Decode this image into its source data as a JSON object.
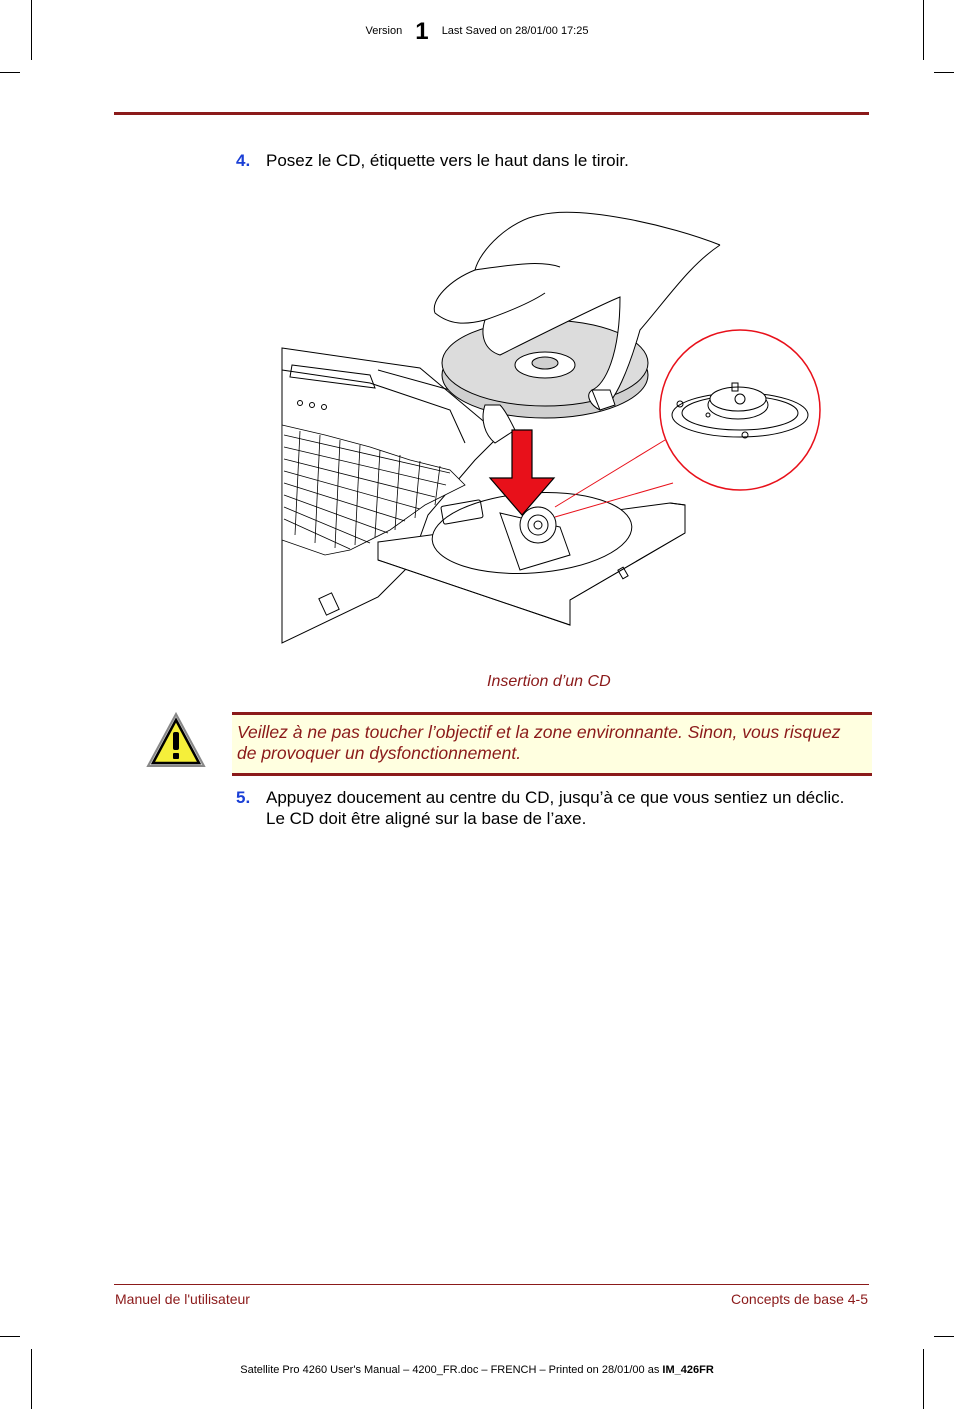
{
  "header": {
    "version_label": "Version",
    "version_number": "1",
    "last_saved": "Last Saved on 28/01/00 17:25"
  },
  "steps": [
    {
      "number": "4.",
      "text": "Posez le CD, étiquette vers le haut dans le tiroir."
    },
    {
      "number": "5.",
      "text": "Appuyez doucement au centre du CD, jusqu’à ce que vous sentiez un déclic. Le CD doit être aligné sur la base de l’axe."
    }
  ],
  "figure": {
    "caption": "Insertion d’un CD"
  },
  "caution": {
    "icon": "warning-triangle-icon",
    "text": "Veillez à ne pas toucher l’objectif et la zone environnante. Sinon, vous risquez de provoquer un dysfonctionnement."
  },
  "footer": {
    "left": "Manuel de l'utilisateur",
    "right": "Concepts de base  4-5",
    "meta_text": "Satellite Pro 4260 User's Manual  – 4200_FR.doc – FRENCH – Printed on 28/01/00 as ",
    "meta_bold": "IM_426FR"
  },
  "colors": {
    "accent": "#8b1a1a",
    "step_number": "#1a3fd6",
    "caution_bg": "#ffffe0",
    "arrow": "#e8101a"
  }
}
